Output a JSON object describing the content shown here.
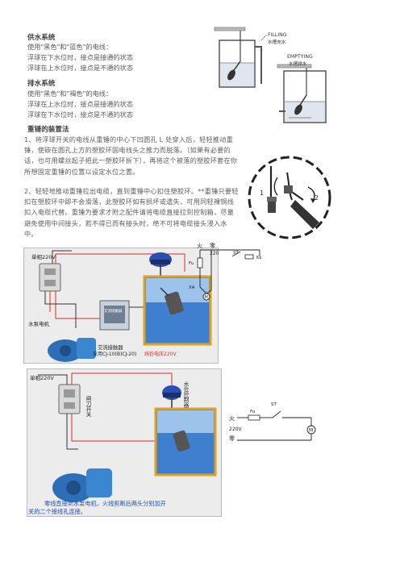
{
  "supply": {
    "heading": "供水系统",
    "wires": "使用\"黑色\"和\"蓝色\"的电线：",
    "lower": "浮球在下水位时，接点是接通的状态",
    "upper": "浮球在上水位时，接点是不通的状态"
  },
  "drain": {
    "heading": "排水系统",
    "wires": "使用\"黑色\"和\"褐色\"的电线：",
    "upper": "浮球在上水位时，接点是接通的状态",
    "lower": "浮球在下水位时，接点是不通的状态"
  },
  "weight": {
    "heading": "重锤的装置法",
    "p1": "1、将浮球开关的电线从重锤的中心下凹圆孔 L 处穿入后，轻轻推动重锤，使碳在圆孔上方的塑胶环固电线头之推力而脱落。（如果有必要的话，也可用螺丝起子把此一塑胶环拆下），再将这个被落的塑胶环套在你所想固定重锤的位置以设定水位之置。",
    "p2": "2、轻轻地推动重锤拉出电缆，直到重锤中心扣住塑胶环。**重锤只要轻扣在塑胶环中即不会滑落，此塑胶环如有损坏或遗失，可用同轻裸铜线扣入电缆代替。重锤为要求才附之配件请将电缆直接拉到控制箱，尽量避免使用中间接头，若不得已而有接头时，绝不可将电缆接头浸入水中。"
  },
  "tank_fig": {
    "filling": "FILLING",
    "filling_cn": "水槽充水",
    "emptying": "EMPTYING",
    "emptying_cn": "水槽排水"
  },
  "weight_fig": {
    "n1": "1",
    "n2": "2"
  },
  "diagram1": {
    "power": "单相220V",
    "pump": "水泵电机",
    "contactor_box": "交流接触器",
    "contactor": "交流接触器",
    "model": "采用CJ-10(B)CJ-20)",
    "coil_voltage": "线包电压220V",
    "fire": "火",
    "zero": "零",
    "v220": "220",
    "fu": "Fu",
    "st": "ST",
    "xa": "XA",
    "m": "M"
  },
  "diagram2": {
    "power": "单相220V",
    "switch_vertical": "闸刀开关",
    "level_switch_vertical": "水位控制器",
    "fire": "火",
    "v220": "220V",
    "zero": "零",
    "fu": "Fu",
    "st": "ST",
    "m": "M",
    "caption1": "零线直接到水泵电机，火线剪断后两头分别加开",
    "caption2": "关的二个接线孔连接。"
  },
  "colors": {
    "accent_red": "#d62a2a",
    "water_blue": "#3f7fd0",
    "float_blue": "#2a4fb4"
  }
}
